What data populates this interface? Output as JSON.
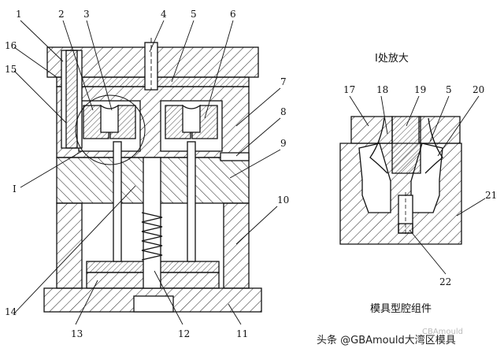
{
  "diagram": {
    "main_labels": [
      "1",
      "2",
      "3",
      "4",
      "5",
      "6",
      "7",
      "8",
      "9",
      "10",
      "11",
      "12",
      "13",
      "14",
      "15",
      "16",
      "I"
    ],
    "detail_title": "I处放大",
    "detail_labels": [
      "17",
      "18",
      "19",
      "5",
      "20",
      "21",
      "22"
    ],
    "caption": "模具型腔组件"
  },
  "watermark": {
    "text": "头条 @GBAmould大湾区模具",
    "faint_logo": "CBAmould"
  }
}
